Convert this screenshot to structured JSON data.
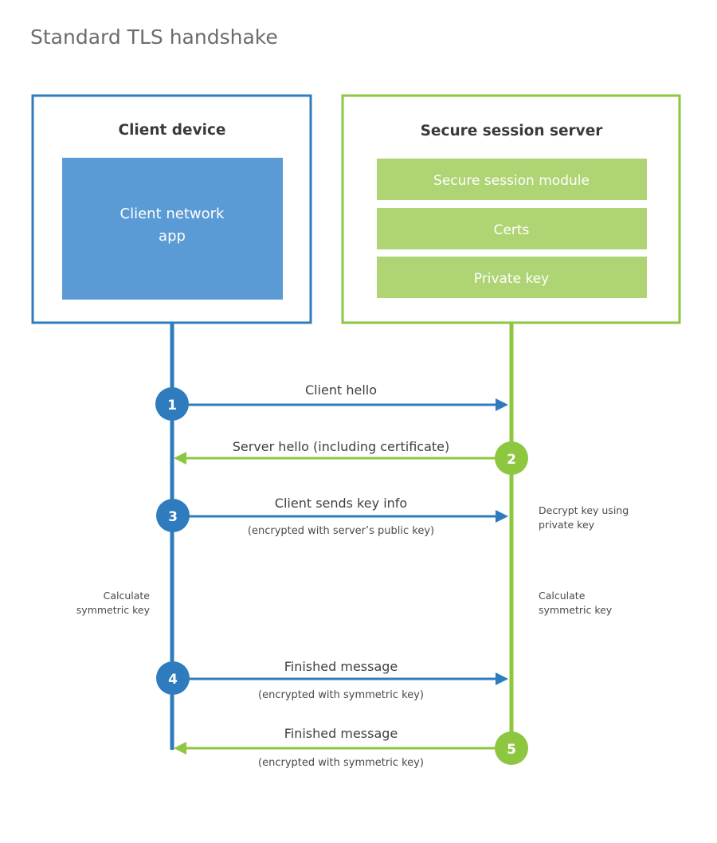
{
  "title": "Standard TLS handshake",
  "colors": {
    "client_accent": "#2E7CBE",
    "client_fill": "#5B9BD5",
    "server_accent": "#8DC63F",
    "server_fill": "#AFD474",
    "title_text": "#6b6b6b",
    "heading_text": "#3a3a3a",
    "body_text": "#404040",
    "background": "#ffffff"
  },
  "client": {
    "title": "Client device",
    "app_label_line1": "Client network",
    "app_label_line2": "app"
  },
  "server": {
    "title": "Secure session server",
    "bars": [
      {
        "label": "Secure session module"
      },
      {
        "label": "Certs"
      },
      {
        "label": "Private key"
      }
    ]
  },
  "steps": [
    {
      "number": "1",
      "direction": "client-to-server",
      "color": "client",
      "label": "Client hello",
      "sublabel": ""
    },
    {
      "number": "2",
      "direction": "server-to-client",
      "color": "server",
      "label": "Server hello (including certificate)",
      "sublabel": ""
    },
    {
      "number": "3",
      "direction": "client-to-server",
      "color": "client",
      "label": "Client sends key info",
      "sublabel": "(encrypted with server’s public key)"
    },
    {
      "number": "4",
      "direction": "client-to-server",
      "color": "client",
      "label": "Finished message",
      "sublabel": "(encrypted with symmetric key)"
    },
    {
      "number": "5",
      "direction": "server-to-client",
      "color": "server",
      "label": "Finished message",
      "sublabel": "(encrypted with symmetric key)"
    }
  ],
  "annotations": {
    "decrypt_key_line1": "Decrypt key using",
    "decrypt_key_line2": "private key",
    "calc_left_line1": "Calculate",
    "calc_left_line2": "symmetric key",
    "calc_right_line1": "Calculate",
    "calc_right_line2": "symmetric key"
  }
}
